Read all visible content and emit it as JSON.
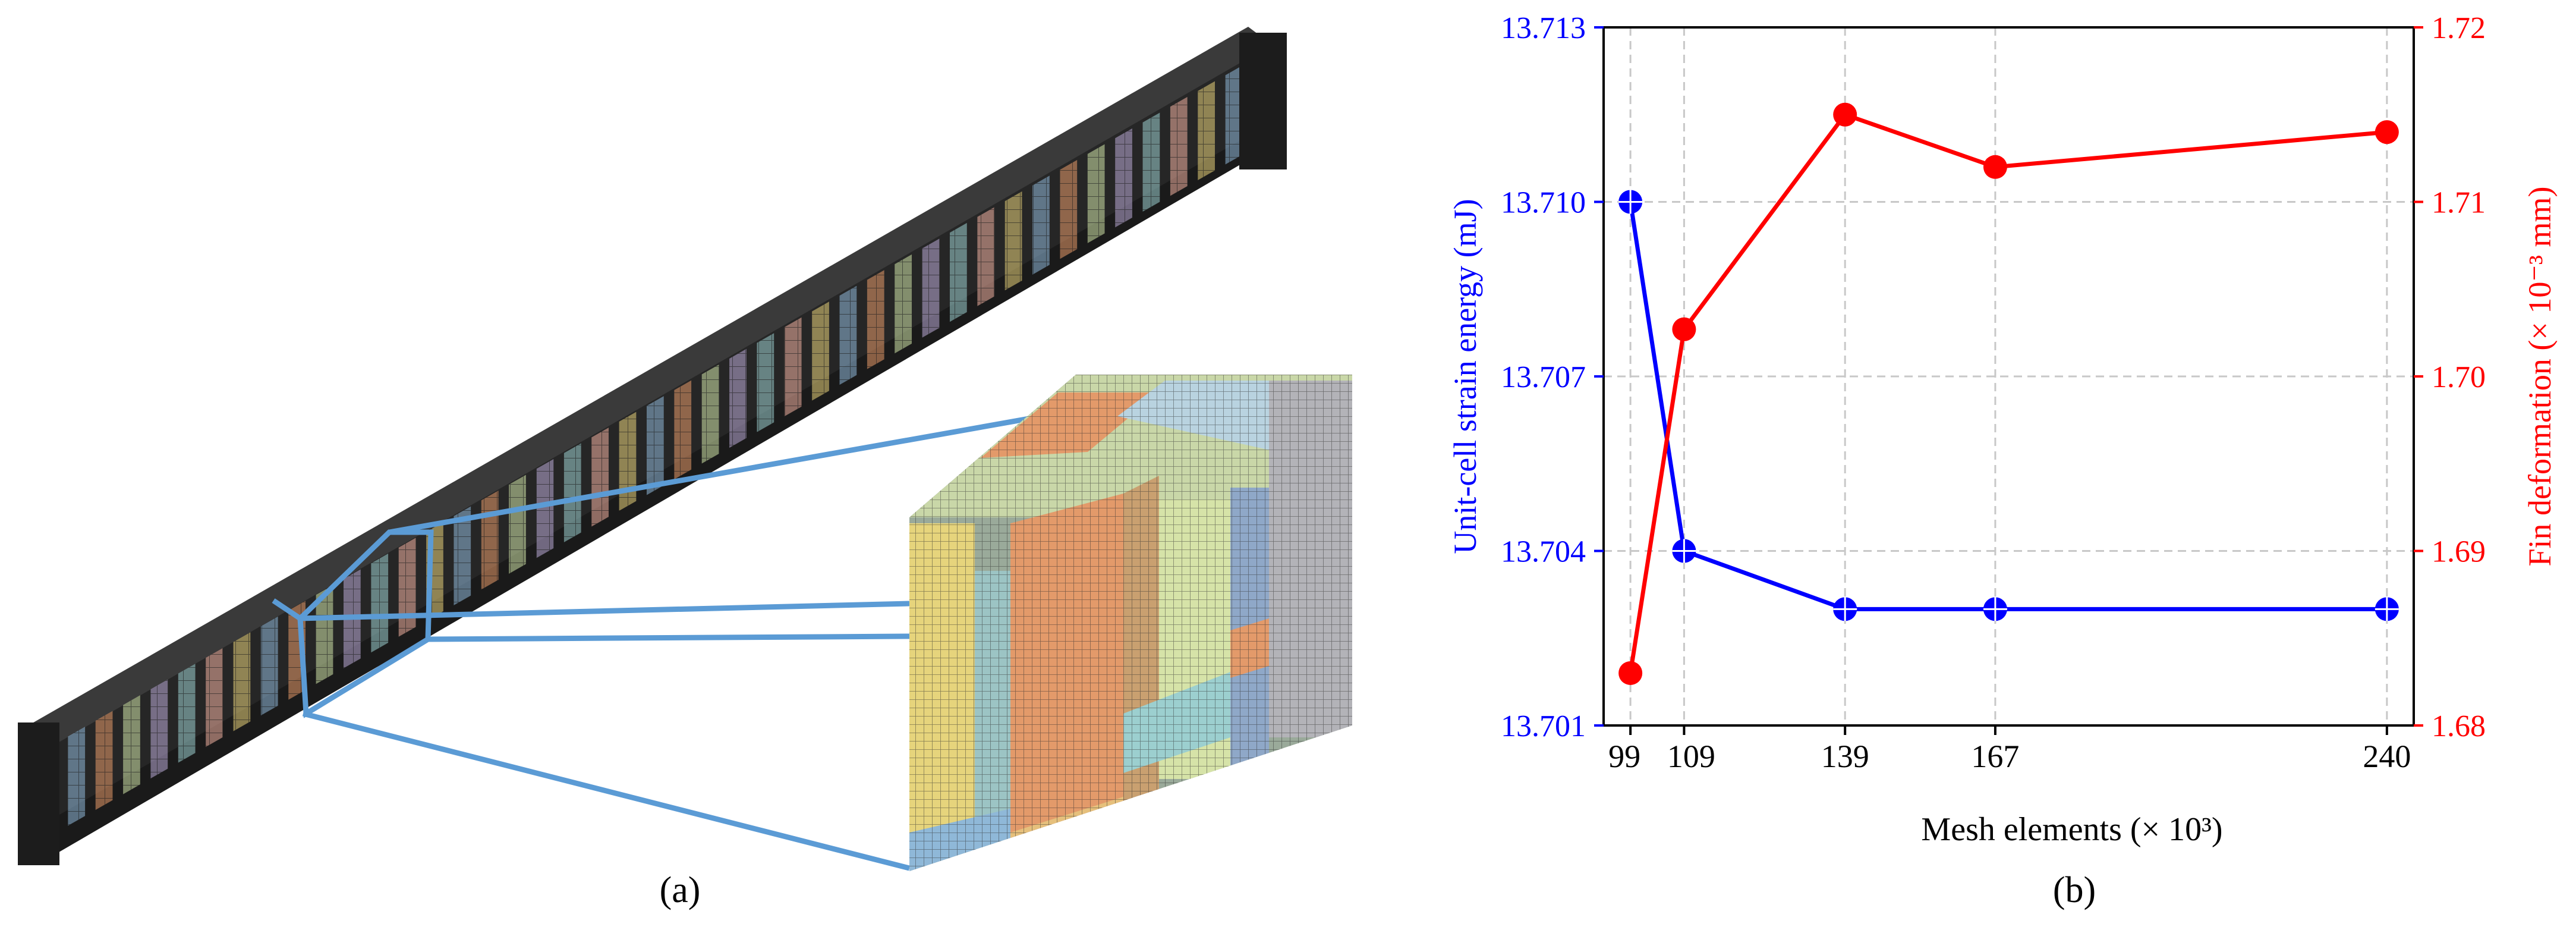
{
  "figure": {
    "panel_a_caption": "(a)",
    "panel_b_caption": "(b)"
  },
  "panel_a": {
    "description_colors": [
      "#e8d27a",
      "#8fb8d8",
      "#e79a6a",
      "#cfe3a8",
      "#b9a9d6",
      "#9ccfcf",
      "#f0b0a0"
    ],
    "callout_color": "#5b9bd5"
  },
  "chart_data": {
    "type": "line",
    "x": [
      99,
      109,
      139,
      167,
      240
    ],
    "xlabel": "Mesh elements (× 10³)",
    "xtick_labels": [
      "99",
      "109",
      "139",
      "167",
      "240"
    ],
    "xlim": [
      94,
      245
    ],
    "series": [
      {
        "axis": "left",
        "color": "#0000ff",
        "values": [
          13.71,
          13.704,
          13.703,
          13.703,
          13.703
        ]
      },
      {
        "axis": "right",
        "color": "#ff0000",
        "values": [
          1.683,
          1.7027,
          1.715,
          1.712,
          1.714
        ]
      }
    ],
    "left_axis": {
      "label": "Unit-cell strain energy (mJ)",
      "color": "#0000ff",
      "ylim": [
        13.701,
        13.713
      ],
      "ticks": [
        13.701,
        13.704,
        13.707,
        13.71,
        13.713
      ],
      "tick_labels": [
        "13.701",
        "13.704",
        "13.707",
        "13.710",
        "13.713"
      ]
    },
    "right_axis": {
      "label": "Fin deformation (× 10⁻³ mm)",
      "color": "#ff0000",
      "ylim": [
        1.68,
        1.72
      ],
      "ticks": [
        1.68,
        1.69,
        1.7,
        1.71,
        1.72
      ],
      "tick_labels": [
        "1.68",
        "1.69",
        "1.70",
        "1.71",
        "1.72"
      ]
    },
    "grid": true,
    "grid_style": "dashed"
  }
}
